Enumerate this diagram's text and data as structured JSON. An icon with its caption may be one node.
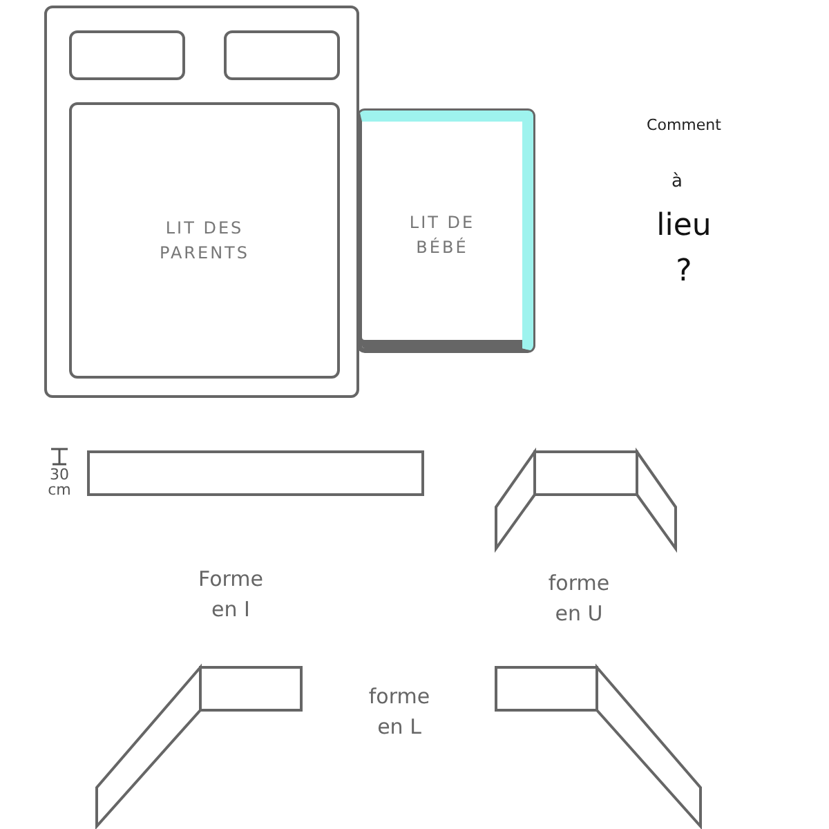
{
  "diagram": {
    "nodes": [
      {
        "text": [],
        "shape": "box"
      },
      {
        "text": [],
        "shape": "box",
        "in": 0
      },
      {
        "text": [],
        "shape": "box",
        "in": 0
      },
      {
        "text": [
          "LIT DES PARENTS"
        ],
        "in": 0
      },
      {
        "text": [
          "LIT DE BÉBÉ"
        ]
      }
    ],
    "labels": [
      "Comment",
      "à",
      "lieu",
      "?",
      "30 cm",
      "Forme en I",
      "forme en U",
      "forme en L"
    ]
  }
}
